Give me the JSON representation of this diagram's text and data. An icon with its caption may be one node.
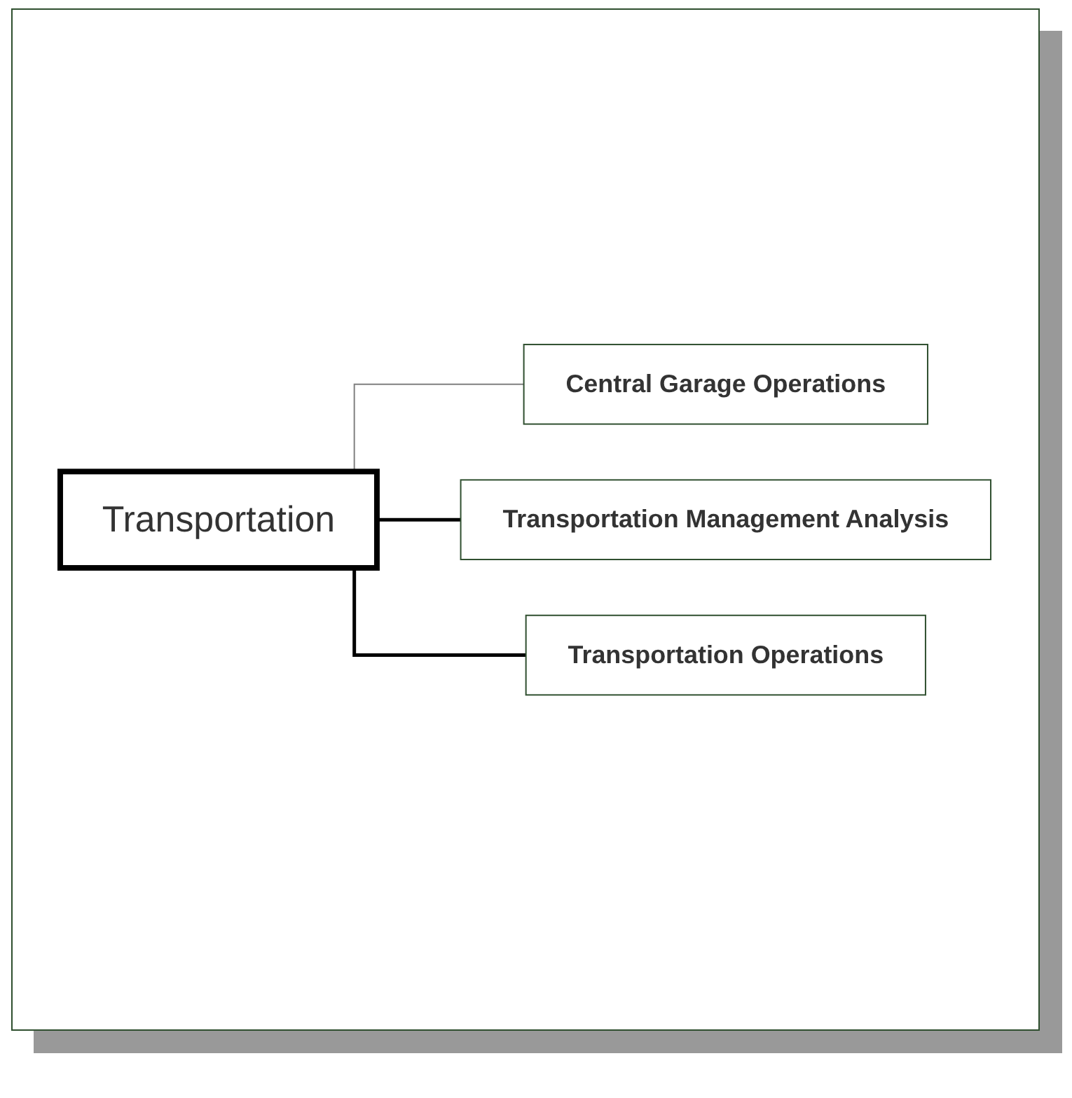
{
  "diagram": {
    "nodes": [
      {
        "text": [
          "Transportation"
        ]
      },
      {
        "text": [
          "Central Garage Operations"
        ]
      },
      {
        "text": [
          "Transportation Management Analysis"
        ]
      },
      {
        "text": [
          "Transportation Operations"
        ]
      }
    ],
    "edges": [
      {
        "from": 0,
        "to": 1,
        "arrow": "none",
        "color": "#808080"
      },
      {
        "from": 0,
        "to": 2,
        "arrow": "none"
      },
      {
        "from": 0,
        "to": 3,
        "arrow": "none"
      }
    ]
  }
}
